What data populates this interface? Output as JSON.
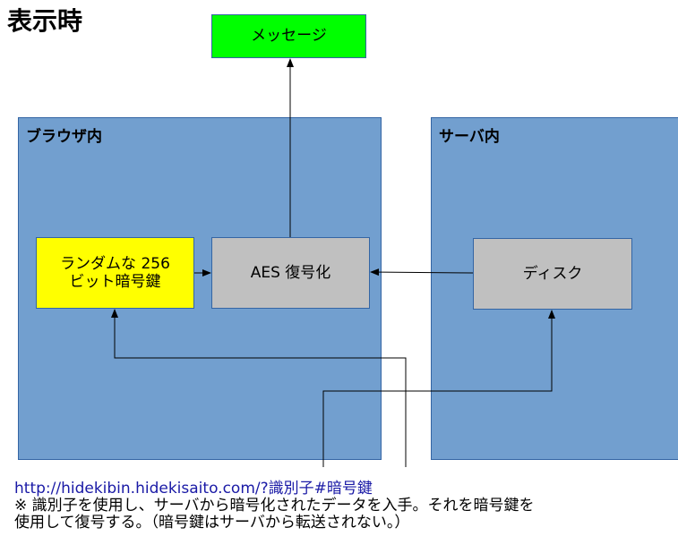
{
  "title": "表示時",
  "nodes": {
    "message": "メッセージ",
    "browser_panel": "ブラウザ内",
    "server_panel": "サーバ内",
    "random_key_line1": "ランダムな 256",
    "random_key_line2": "ビット暗号鍵",
    "aes_decrypt": "AES 復号化",
    "disk": "ディスク"
  },
  "caption": {
    "url": "http://hidekibin.hidekisaito.com/?識別子#暗号鍵",
    "line1": "※ 識別子を使用し、サーバから暗号化されたデータを入手。それを暗号鍵を",
    "line2": "使用して復号する。（暗号鍵はサーバから転送されない。）"
  },
  "colors": {
    "message": "#00ff00",
    "panel": "#729fcf",
    "random_key": "#ffff00",
    "process": "#c0c0c0",
    "url": "#1a1aa6"
  }
}
